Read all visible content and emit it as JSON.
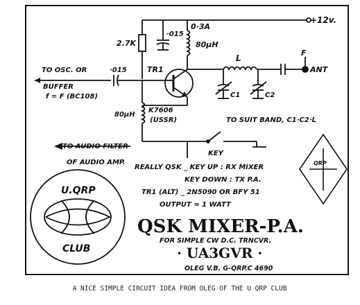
{
  "schematic": {
    "supply": "+12v.",
    "r1": "2.7K",
    "c_decouple": "·015",
    "choke_current": "0·3A",
    "choke_ind": "80μH",
    "transistor": "TR1",
    "input_cap": "·015",
    "input_label_1": "TO OSC. OR",
    "input_label_2": "BUFFER",
    "input_label_3": "f = F (BC108)",
    "emitter_choke": "80μH",
    "emitter_part_1": "K7606",
    "emitter_part_2": "(USSR)",
    "coil": "L",
    "c1": "C1",
    "c2": "C2",
    "antenna_freq": "F",
    "antenna": "ANT",
    "suit_band": "TO SUIT BAND, C1·C2·L",
    "key": "KEY",
    "audio_1": "TO AUDIO FILTER",
    "audio_2": "OF AUDIO AMP."
  },
  "notes": {
    "line1": "REALLY QSK _ KEY UP : RX MIXER",
    "line2": "KEY DOWN : TX P.A.",
    "line3": "TR1 (ALT) _ 2N5090 OR BFY 51",
    "line4": "OUTPUT ≃ 1 WATT"
  },
  "title": {
    "main": "QSK MIXER-P.A.",
    "sub": "FOR SIMPLE CW D.C. TRNCVR.",
    "call": "· UA3GVR ·",
    "author": "OLEG V.B. G-QRP.C 4690"
  },
  "logo": {
    "top": "U.QRP",
    "bottom": "CLUB"
  },
  "diamond": {
    "text": "QRP"
  },
  "caption": "A NICE SIMPLE CIRCUIT IDEA FROM OLEG OF THE U QRP CLUB"
}
